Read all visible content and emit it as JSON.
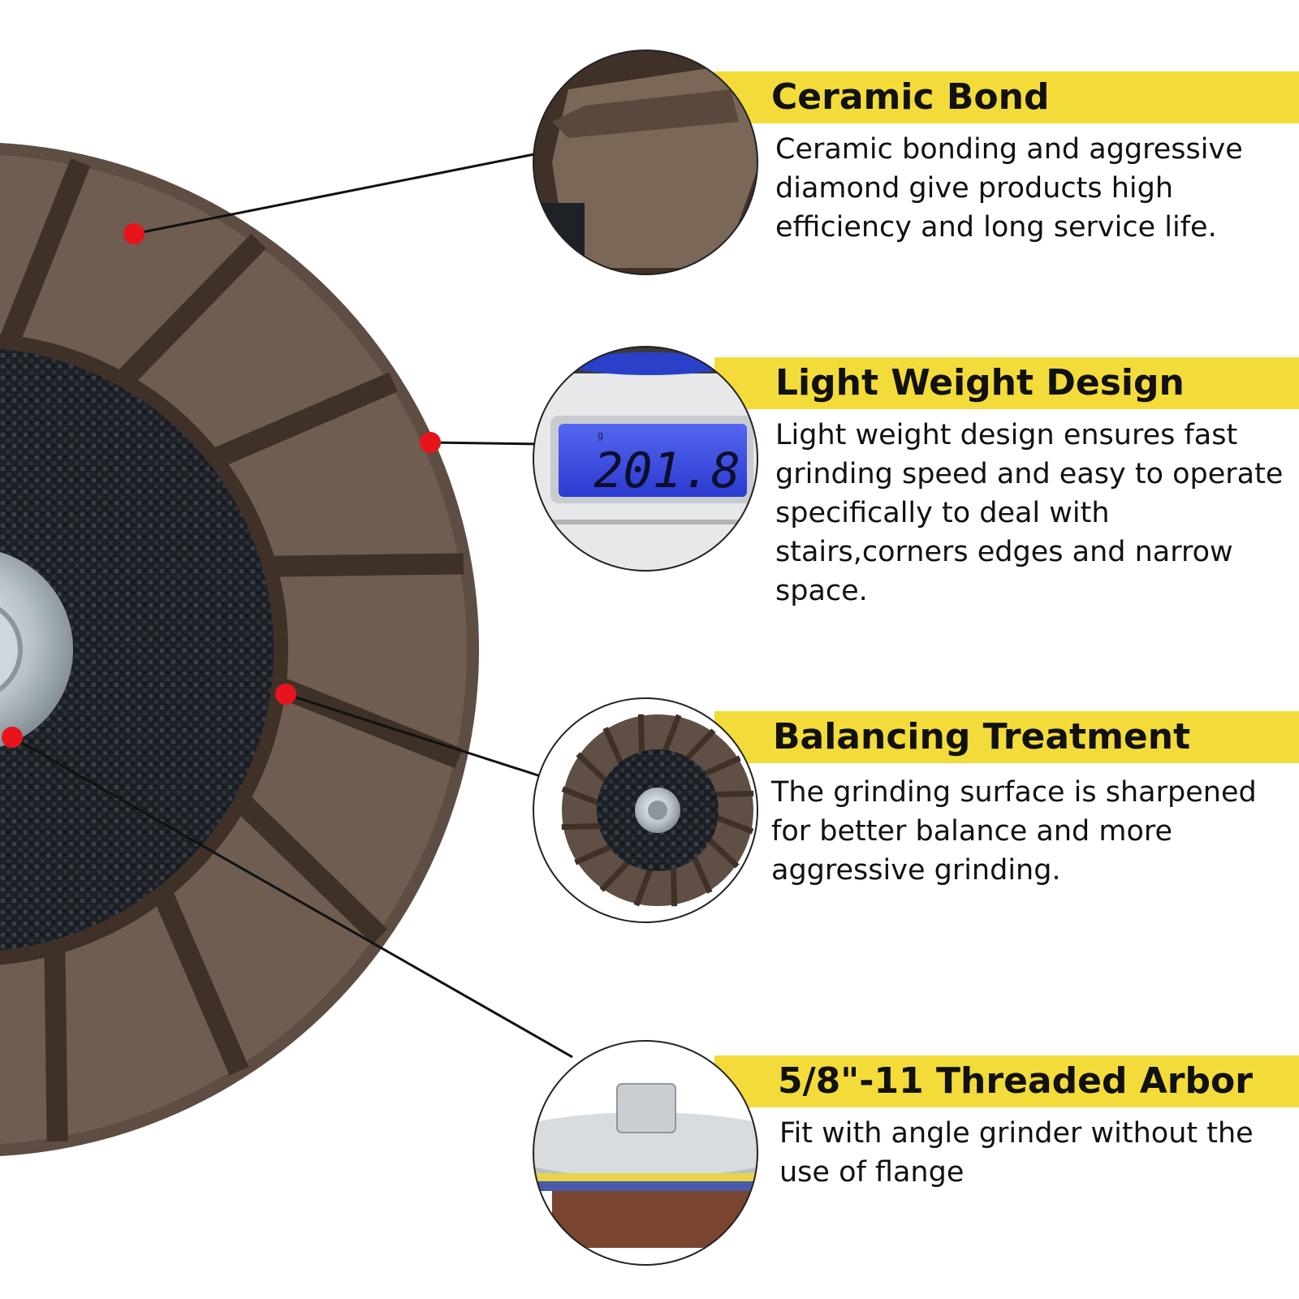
{
  "colors": {
    "accent_band": "#f3dc3a",
    "marker": "#e8141c",
    "segment": "#6e5d50",
    "segment_dark": "#3f3128",
    "mesh": "#1d2127",
    "lcd": "#3547e0"
  },
  "features": [
    {
      "title": "Ceramic Bond",
      "description": "Ceramic bonding and aggressive diamond give products high efficiency and long service life."
    },
    {
      "title": "Light Weight Design",
      "description": "Light weight design ensures fast grinding speed and easy to operate specifically to deal with stairs,corners edges and narrow space."
    },
    {
      "title": "Balancing Treatment",
      "description": "The grinding surface is sharpened for better balance and more aggressive grinding."
    },
    {
      "title": "5/8\"-11 Threaded Arbor",
      "description": "Fit with angle grinder without the use of flange"
    }
  ],
  "scale_display": {
    "unit": "g",
    "reading": "201.8"
  },
  "icons": {
    "main": "grinding-wheel-image",
    "detail_1": "ceramic-segment-closeup",
    "detail_2": "digital-scale-closeup",
    "detail_3": "cup-wheel-top-view",
    "detail_4": "threaded-arbor-closeup"
  }
}
